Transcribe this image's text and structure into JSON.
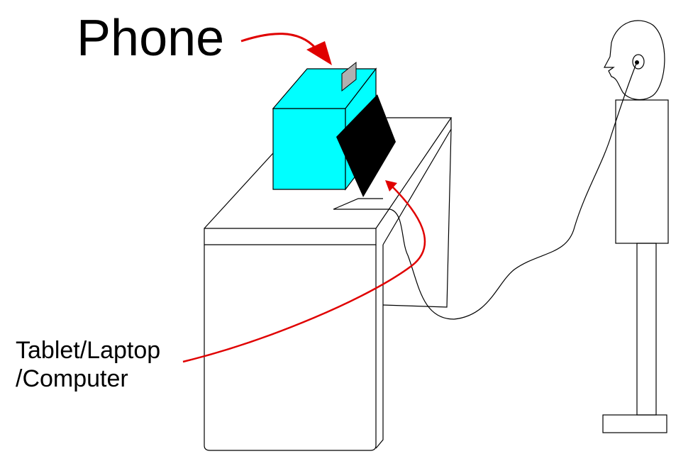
{
  "labels": {
    "phone": "Phone",
    "device_line1": "Tablet/Laptop",
    "device_line2": "/Computer"
  },
  "colors": {
    "box": "#00ffff",
    "arrow": "#e00000",
    "phone": "#b0b0b0",
    "tablet": "#000000"
  }
}
